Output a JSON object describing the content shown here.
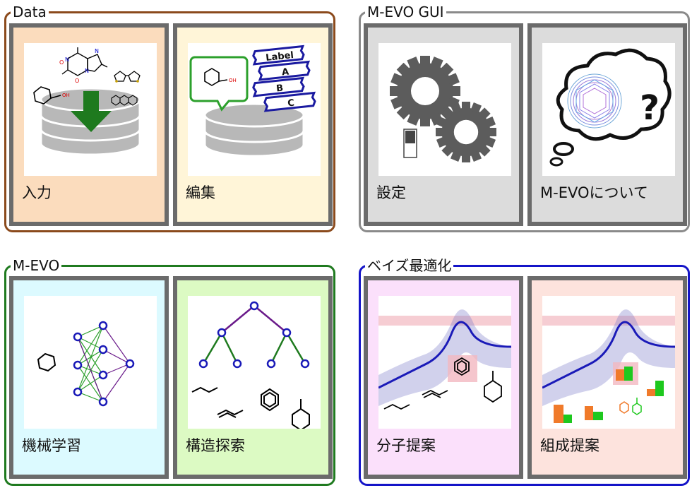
{
  "groups": [
    {
      "title": "Data",
      "color": "#8b4a1c"
    },
    {
      "title": "M-EVO GUI",
      "color": "#8a8a8a"
    },
    {
      "title": "M-EVO",
      "color": "#1f7a1f"
    },
    {
      "title": "ベイズ最適化",
      "color": "#1414c8"
    }
  ],
  "cards": [
    {
      "label": "入力",
      "bg": "#fbdcbd",
      "icon": "database-import-icon"
    },
    {
      "label": "編集",
      "bg": "#fff5d8",
      "icon": "database-label-edit-icon"
    },
    {
      "label": "設定",
      "bg": "#dcdcdc",
      "icon": "gears-settings-icon"
    },
    {
      "label": "M-EVOについて",
      "bg": "#dcdcdc",
      "icon": "thought-cloud-question-icon"
    },
    {
      "label": "機械学習",
      "bg": "#dcfaff",
      "icon": "neural-network-icon"
    },
    {
      "label": "構造探索",
      "bg": "#dcfac3",
      "icon": "tree-search-icon"
    },
    {
      "label": "分子提案",
      "bg": "#fbe0fb",
      "icon": "molecule-proposal-chart-icon"
    },
    {
      "label": "組成提案",
      "bg": "#fde3dd",
      "icon": "composition-proposal-chart-icon"
    }
  ],
  "thumb_text": {
    "label_tag": "Label",
    "tag_a": "A",
    "tag_b": "B",
    "tag_c": "C",
    "oh1": "OH",
    "oh2": "OH",
    "question": "?"
  }
}
